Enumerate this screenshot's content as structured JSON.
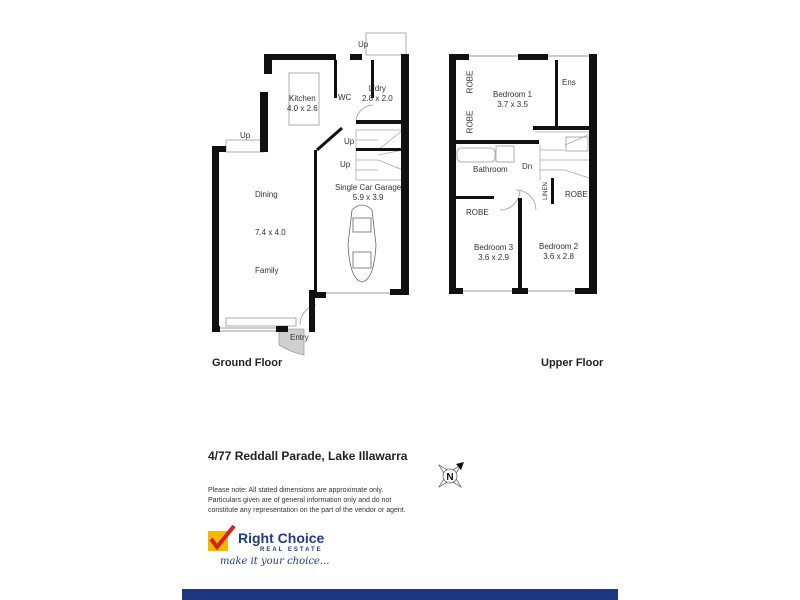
{
  "ground_floor": {
    "title": "Ground Floor",
    "rooms": {
      "kitchen": {
        "name": "Kitchen",
        "dims": "4.0 x 2.6"
      },
      "wc": {
        "name": "WC"
      },
      "laundry": {
        "name": "L'dry",
        "dims": "2.8 x 2.0"
      },
      "dining": {
        "name": "Dining"
      },
      "dining_family_dims": "7.4 x 4.0",
      "family": {
        "name": "Family"
      },
      "garage": {
        "name": "Single Car Garage",
        "dims": "5.9 x 3.9"
      },
      "entry": {
        "name": "Entry"
      }
    },
    "stair_labels": [
      "Up",
      "Up",
      "Up",
      "Up"
    ]
  },
  "upper_floor": {
    "title": "Upper Floor",
    "rooms": {
      "bedroom1": {
        "name": "Bedroom 1",
        "dims": "3.7 x 3.5"
      },
      "ensuite": {
        "name": "Ens"
      },
      "bathroom": {
        "name": "Bathroom"
      },
      "bedroom3": {
        "name": "Bedroom 3",
        "dims": "3.6 x 2.9"
      },
      "bedroom2": {
        "name": "Bedroom 2",
        "dims": "3.6 x 2.8"
      },
      "linen": {
        "name": "LINEN"
      },
      "stair_down": "Dn"
    },
    "robes": [
      "ROBE",
      "ROBE",
      "ROBE",
      "ROBE"
    ]
  },
  "address": "4/77 Reddall Parade, Lake Illawarra",
  "compass": {
    "label": "N"
  },
  "disclaimer": [
    "Please note: All stated dimensions are approximate only.",
    "Particulars given are of general information only and do not",
    "constitute any representation on the part of the vendor or agent."
  ],
  "agency": {
    "name": "Right Choice",
    "sub": "REAL ESTATE",
    "tagline": "make it your choice...",
    "colors": {
      "brand": "#1f3a8a",
      "tick_bg": "#f5b800",
      "tick": "#d62020",
      "footer_bar": "#1f3681"
    }
  }
}
